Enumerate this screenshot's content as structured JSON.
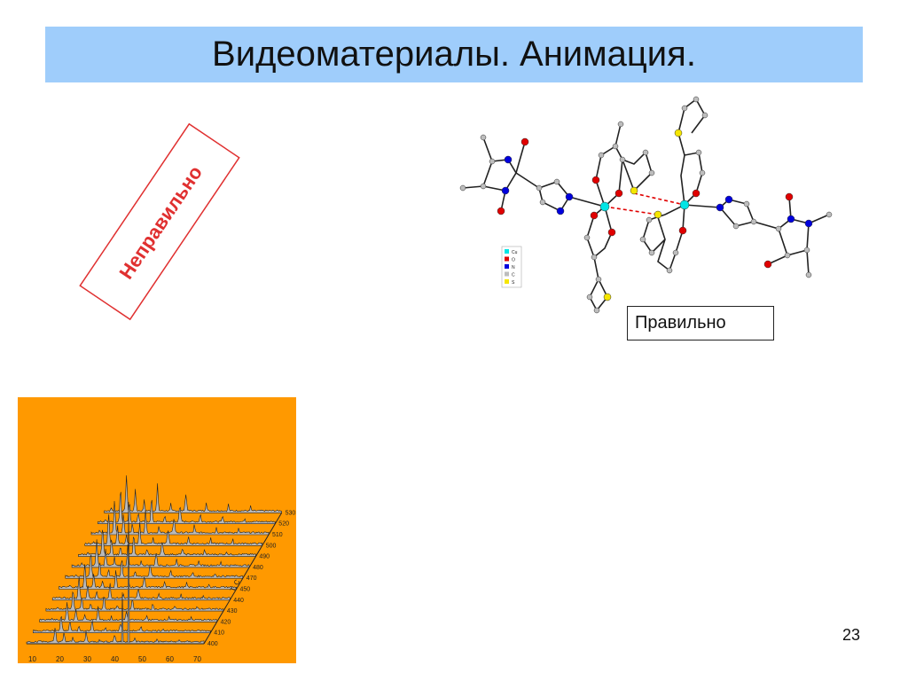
{
  "slide": {
    "title": "Видеоматериалы. Анимация.",
    "wrong_label": "Неправильно",
    "right_label": "Правильно",
    "page_number": "23",
    "title_bar_color": "#9fcdfb",
    "wrong_color": "#e03030"
  },
  "molecule": {
    "legend": [
      "Cu",
      "O",
      "N",
      "C",
      "S"
    ],
    "legend_colors": [
      "#00e5e5",
      "#e00000",
      "#0000dd",
      "#bdbdbd",
      "#f5e600"
    ]
  },
  "chart_data": {
    "type": "area",
    "x_ticks": [
      "10",
      "20",
      "30",
      "40",
      "50",
      "60",
      "70"
    ],
    "z_ticks": [
      "400",
      "410",
      "420",
      "430",
      "440",
      "450",
      "470",
      "480",
      "490",
      "500",
      "510",
      "520",
      "530"
    ],
    "z_label": "T, C",
    "background": "#ff9900",
    "fill": "#b9b9b9"
  }
}
